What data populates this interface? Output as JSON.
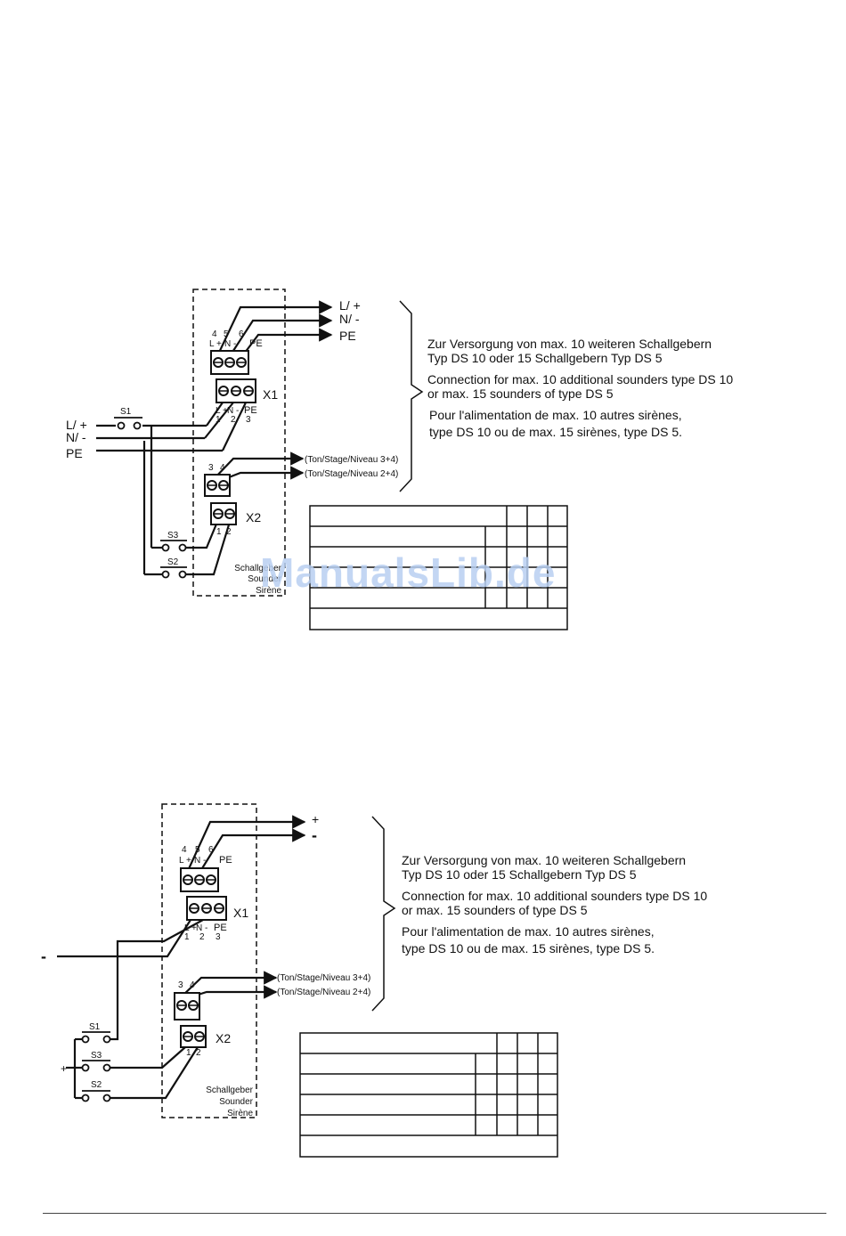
{
  "diagram1": {
    "feed_labels": {
      "l": "L/ +",
      "n": "N/ -",
      "pe": "PE"
    },
    "out_labels": {
      "l": "L/ +",
      "n": "N/ -",
      "pe": "PE"
    },
    "terminal_top_nums": [
      "4",
      "5",
      "6"
    ],
    "terminal_top_labels": [
      "L +",
      "N -",
      "PE"
    ],
    "terminal_bottom_labels": [
      "L +",
      "N -",
      "PE"
    ],
    "terminal_bottom_nums": [
      "1",
      "2",
      "3"
    ],
    "x1": "X1",
    "x2": "X2",
    "x2_top_nums": [
      "3",
      "4"
    ],
    "x2_bottom_nums": [
      "1",
      "2"
    ],
    "stage_3_4": "(Ton/Stage/Niveau 3+4)",
    "stage_2_4": "(Ton/Stage/Niveau 2+4)",
    "s1": "S1",
    "s2": "S2",
    "s3": "S3",
    "device_label": [
      "Schallgeber",
      "Sounder",
      "Sirène"
    ]
  },
  "diagram2": {
    "out_plus": "+",
    "out_minus": "-",
    "feed_minus": "-",
    "feed_plus": "+",
    "terminal_top_nums": [
      "4",
      "5",
      "6"
    ],
    "terminal_top_labels": [
      "L +",
      "N -",
      "PE"
    ],
    "terminal_bottom_labels": [
      "L +",
      "N -",
      "PE"
    ],
    "terminal_bottom_nums": [
      "1",
      "2",
      "3"
    ],
    "x1": "X1",
    "x2": "X2",
    "x2_top_nums": [
      "3",
      "4"
    ],
    "x2_bottom_nums": [
      "1",
      "2"
    ],
    "stage_3_4": "(Ton/Stage/Niveau 3+4)",
    "stage_2_4": "(Ton/Stage/Niveau 2+4)",
    "s1": "S1",
    "s2": "S2",
    "s3": "S3",
    "device_label": [
      "Schallgeber",
      "Sounder",
      "Sirène"
    ]
  },
  "notes": {
    "de": [
      "Zur Versorgung von max. 10 weiteren Schallgebern",
      "Typ DS 10 oder 15 Schallgebern Typ DS 5"
    ],
    "en": [
      "Connection for max. 10 additional sounders type DS 10",
      "or max. 15 sounders of type DS 5"
    ],
    "fr": [
      "Pour l'alimentation de max. 10 autres sirènes,",
      "type DS 10 ou de max. 15 sirènes, type DS 5."
    ]
  },
  "watermark": "ManualsLib.de"
}
